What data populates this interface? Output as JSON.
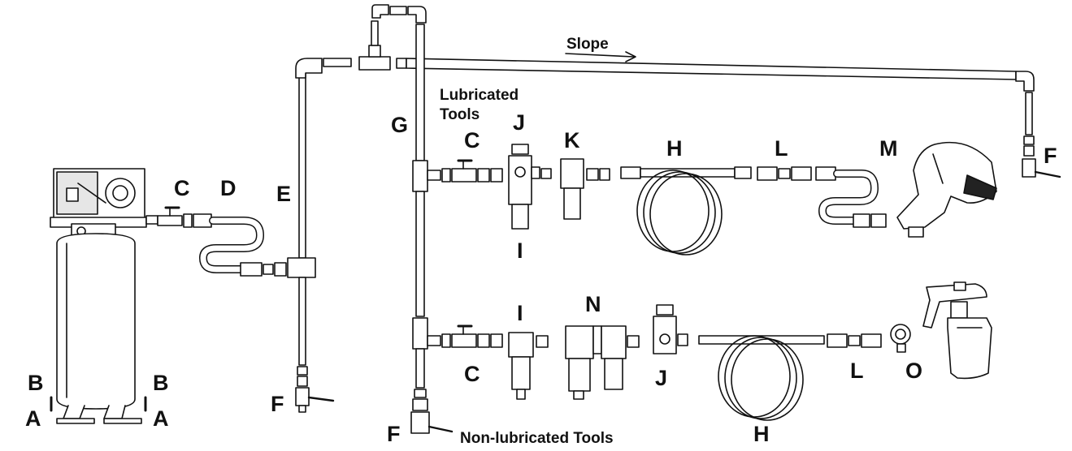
{
  "captions": {
    "slope": "Slope",
    "lubricated_line1": "Lubricated",
    "lubricated_line2": "Tools",
    "non_lubricated": "Non-lubricated Tools"
  },
  "labels": {
    "A": "A",
    "B": "B",
    "C": "C",
    "D": "D",
    "E": "E",
    "F": "F",
    "G": "G",
    "H": "H",
    "I": "I",
    "J": "J",
    "K": "K",
    "L": "L",
    "M": "M",
    "N": "N",
    "O": "O"
  },
  "colors": {
    "line": "#111111",
    "fill": "#ffffff",
    "shade": "#e6e6e6"
  }
}
